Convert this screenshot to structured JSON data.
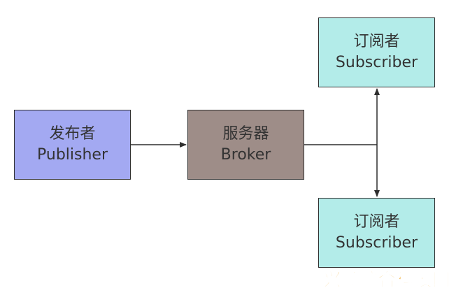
{
  "colors": {
    "publisher_fill": "#a3a9f2",
    "broker_fill": "#9e8d88",
    "subscriber_fill": "#b3ece9",
    "edge": "#2e2e2e",
    "watermark": "#f0a31a"
  },
  "nodes": {
    "publisher": {
      "line1": "发布者",
      "line2": "Publisher"
    },
    "broker": {
      "line1": "服务器",
      "line2": "Broker"
    },
    "subscriber_top": {
      "line1": "订阅者",
      "line2": "Subscriber"
    },
    "subscriber_bottom": {
      "line1": "订阅者",
      "line2": "Subscriber"
    }
  },
  "edges": [
    {
      "from": "publisher",
      "to": "broker"
    },
    {
      "from": "broker",
      "to": "subscriber_top"
    },
    {
      "from": "broker",
      "to": "subscriber_bottom"
    }
  ],
  "watermark": {
    "text": "兴顺综合科技网"
  }
}
